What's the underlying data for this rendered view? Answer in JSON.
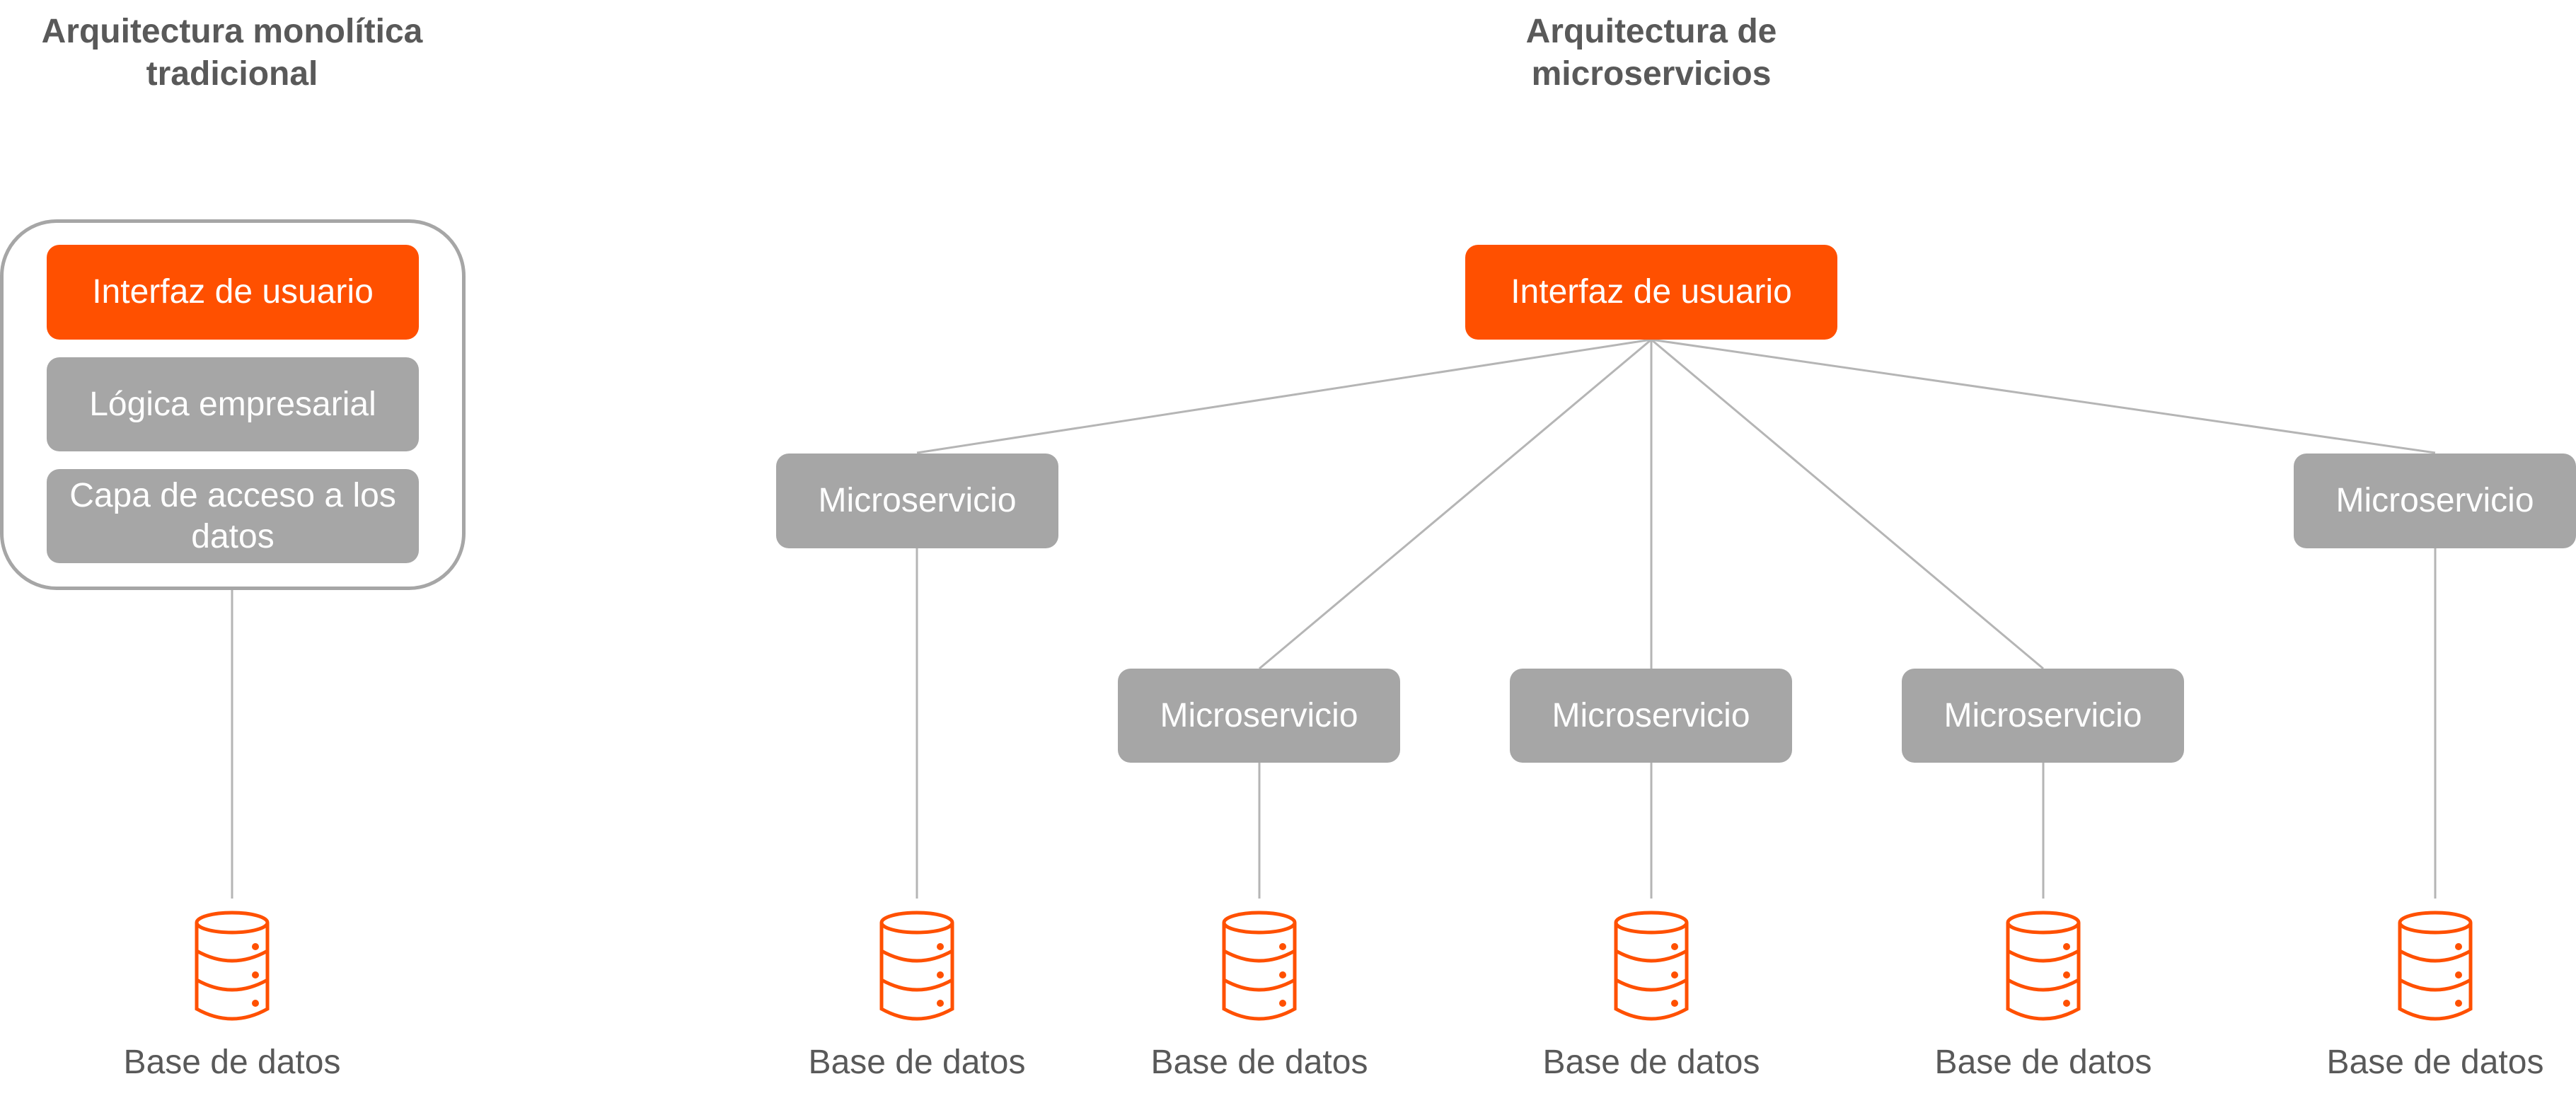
{
  "titles": {
    "monolithic": "Arquitectura monolítica tradicional",
    "micro": "Arquitectura de microservicios"
  },
  "monolithic": {
    "layers": [
      "Interfaz de usuario",
      "Lógica empresarial",
      "Capa de acceso a los datos"
    ],
    "database_label": "Base de datos"
  },
  "micro": {
    "ui_label": "Interfaz de usuario",
    "service_label": "Microservicio",
    "database_label": "Base de datos"
  },
  "colors": {
    "accent": "#ff5000",
    "box_gray": "#a6a6a6",
    "line": "#b5b5b5",
    "text": "#595959"
  },
  "icons": [
    "database-icon"
  ]
}
